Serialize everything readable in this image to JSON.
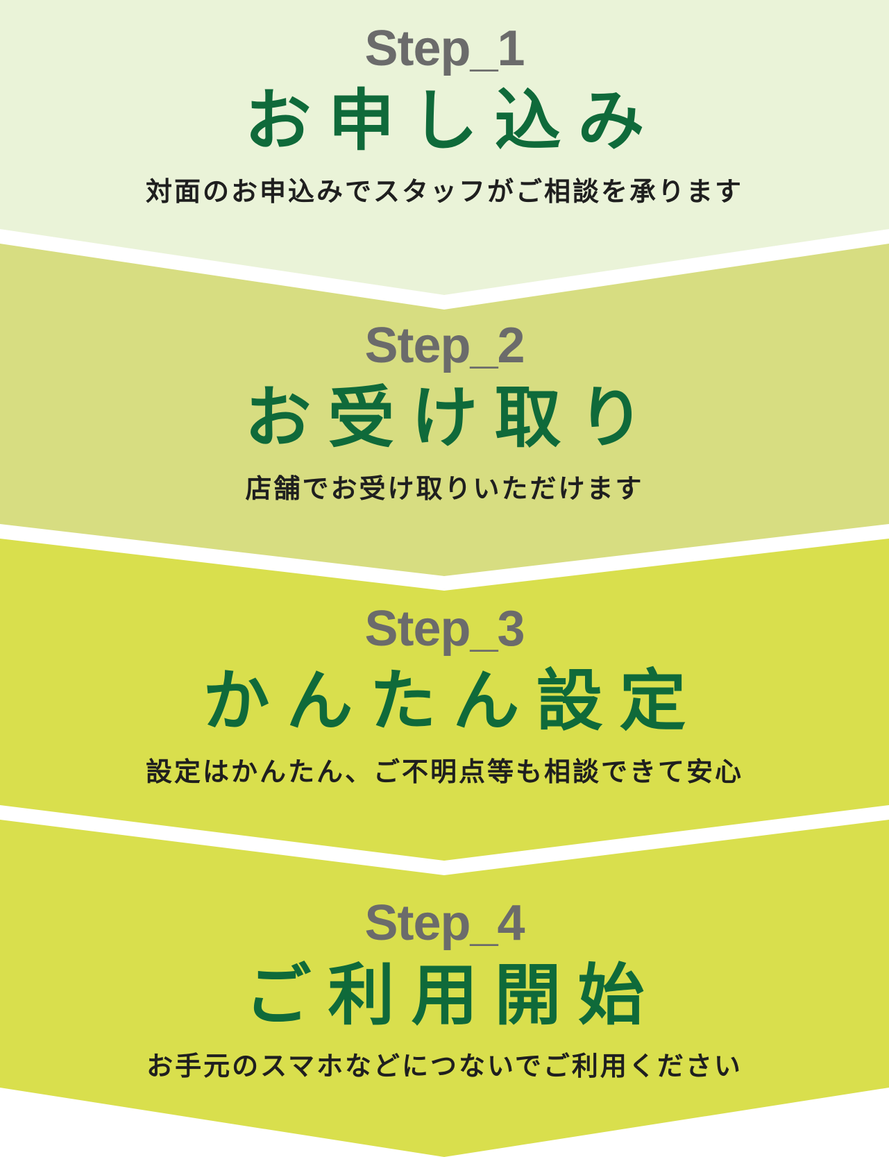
{
  "colors": {
    "band_1": "#eaf3d8",
    "band_2": "#d7dd81",
    "band_3": "#d9df4d",
    "band_4": "#d9df4d",
    "step_label": "#6b6b6b",
    "title": "#0f6a3a",
    "description": "#1f1f1f",
    "separator": "#ffffff"
  },
  "steps": [
    {
      "label": "Step_1",
      "title": "お申し込み",
      "description": "対面のお申込みでスタッフがご相談を承ります"
    },
    {
      "label": "Step_2",
      "title": "お受け取り",
      "description": "店舗でお受け取りいただけます"
    },
    {
      "label": "Step_3",
      "title": "かんたん設定",
      "description": "設定はかんたん、ご不明点等も相談できて安心"
    },
    {
      "label": "Step_4",
      "title": "ご利用開始",
      "description": "お手元のスマホなどにつないでご利用ください"
    }
  ]
}
